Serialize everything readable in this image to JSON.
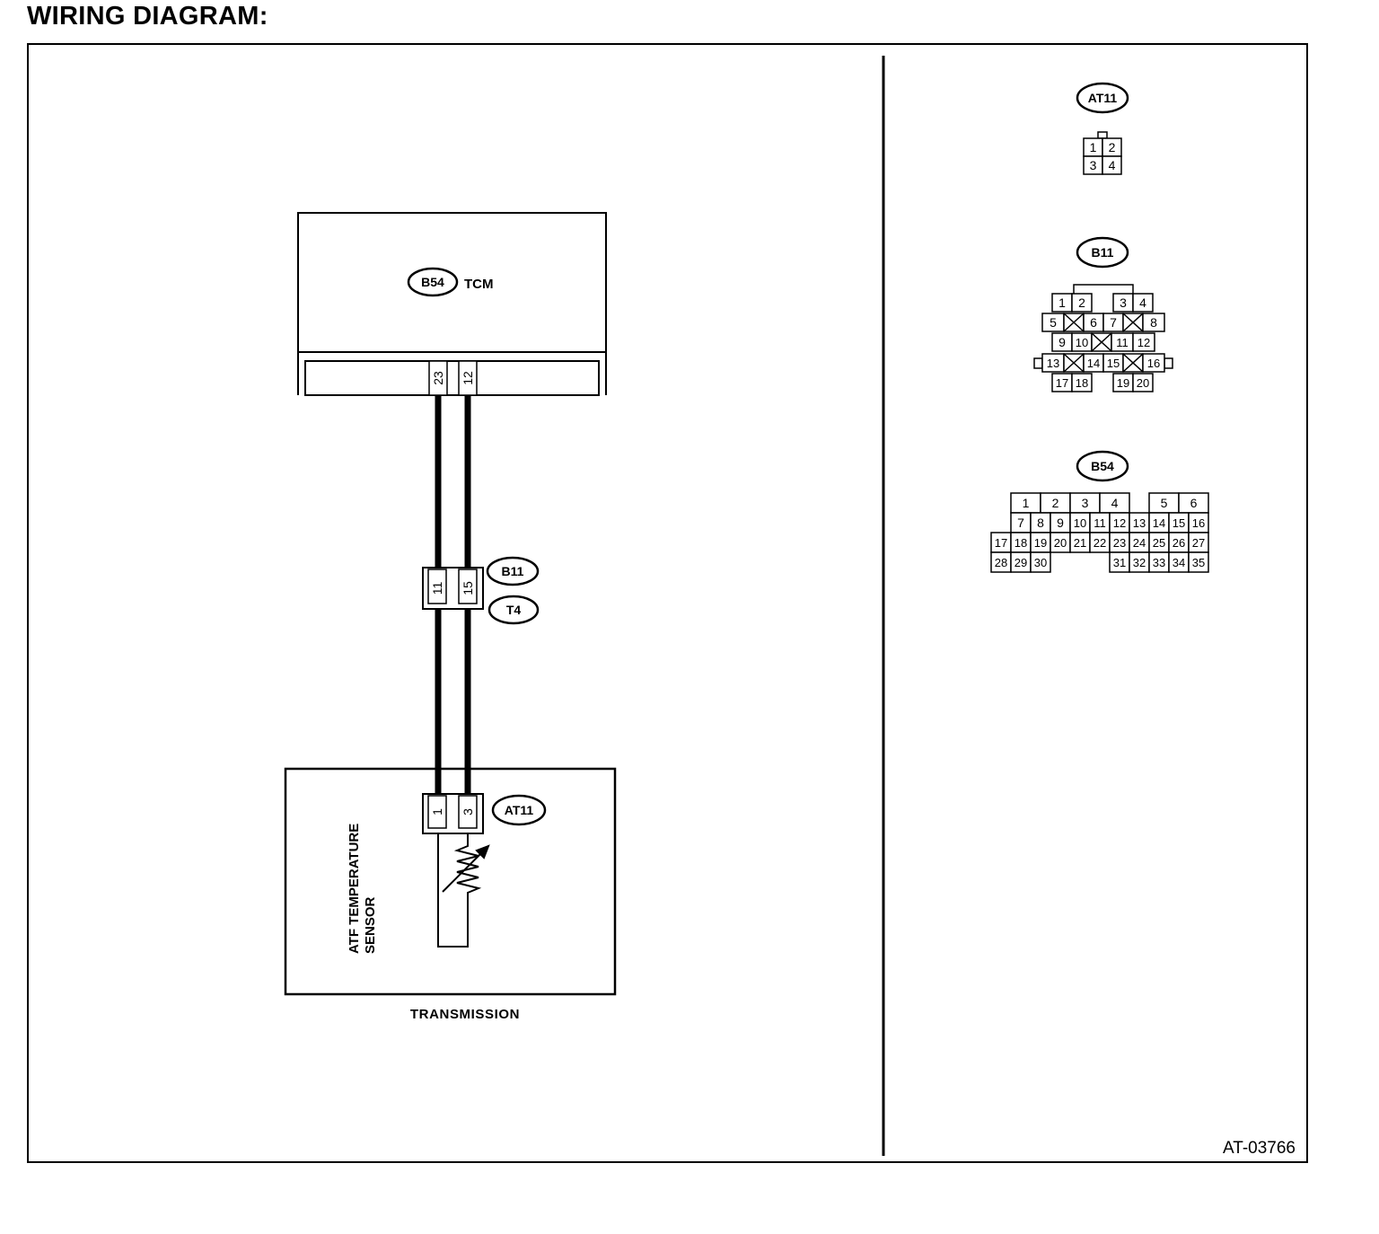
{
  "heading": "WIRING DIAGRAM:",
  "diagram_id": "AT-03766",
  "tcm": {
    "connector": "B54",
    "label": "TCM",
    "pins": [
      "23",
      "12"
    ]
  },
  "joint": {
    "connector_top": "B11",
    "connector_bottom": "T4",
    "pins": [
      "11",
      "15"
    ]
  },
  "sensor": {
    "connector": "AT11",
    "pins": [
      "1",
      "3"
    ],
    "label_line1": "ATF TEMPERATURE",
    "label_line2": "SENSOR"
  },
  "transmission_label": "TRANSMISSION",
  "connector_views": {
    "at11": {
      "name": "AT11",
      "rows": [
        [
          "1",
          "2"
        ],
        [
          "3",
          "4"
        ]
      ]
    },
    "b11": {
      "name": "B11",
      "rows": [
        [
          "1",
          "2",
          "3",
          "4"
        ],
        [
          "5",
          "6",
          "7",
          "8"
        ],
        [
          "9",
          "10",
          "11",
          "12"
        ],
        [
          "13",
          "14",
          "15",
          "16"
        ],
        [
          "17",
          "18",
          "19",
          "20"
        ]
      ]
    },
    "b54": {
      "name": "B54",
      "rows": [
        [
          "1",
          "2",
          "3",
          "4",
          "5",
          "6"
        ],
        [
          "7",
          "8",
          "9",
          "10",
          "11",
          "12",
          "13",
          "14",
          "15",
          "16"
        ],
        [
          "17",
          "18",
          "19",
          "20",
          "21",
          "22",
          "23",
          "24",
          "25",
          "26",
          "27"
        ],
        [
          "28",
          "29",
          "30",
          "31",
          "32",
          "33",
          "34",
          "35"
        ]
      ]
    }
  }
}
